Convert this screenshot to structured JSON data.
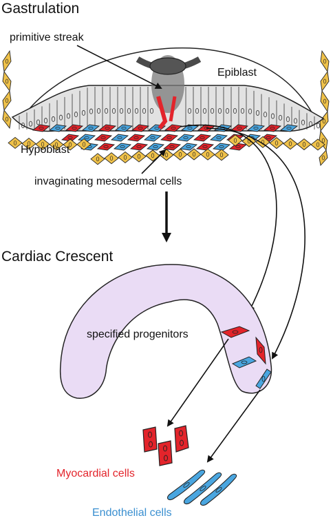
{
  "titles": {
    "gastrulation": "Gastrulation",
    "cardiac_crescent": "Cardiac Crescent"
  },
  "labels": {
    "primitive_streak": "primitive streak",
    "epiblast": "Epiblast",
    "hypoblast": "Hypoblast",
    "invaginating": "invaginating mesodermal cells",
    "specified_progenitors": "specified progenitors",
    "myocardial": "Myocardial cells",
    "endothelial": "Endothelial cells"
  },
  "colors": {
    "myocardial": "#e3242b",
    "endothelial": "#4aa6e0",
    "hypoblast": "#f0c24a",
    "epiblast": "#e2e2e2",
    "crescent": "#eadcf5",
    "streak_shadow": "#555555"
  }
}
